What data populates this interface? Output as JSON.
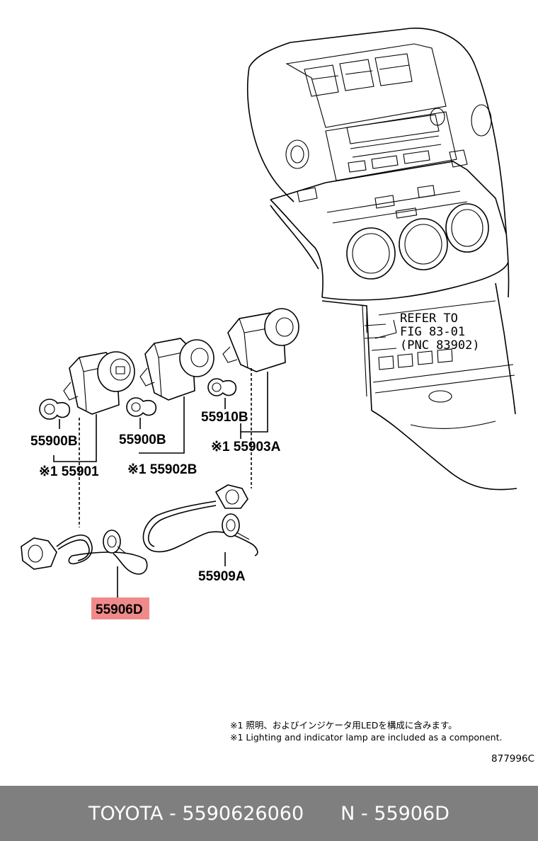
{
  "labels": {
    "p55900b_left": "55900B",
    "p55900b_mid": "55900B",
    "p55910b": "55910B",
    "p55901": "※1 55901",
    "p55902b": "※1 55902B",
    "p55903a": "※1 55903A",
    "p55909a": "55909A",
    "p55906d": "55906D"
  },
  "refer": {
    "line1": "REFER TO",
    "line2": "FIG 83-01",
    "line3": "(PNC 83902)"
  },
  "notes": {
    "jp": "※1 照明、およびインジケータ用LEDを構成に含みます。",
    "en": "※1 Lighting and indicator lamp are included as a component."
  },
  "diagram_code": "877996C",
  "footer": {
    "brand": "TOYOTA",
    "part_number": "5590626060",
    "ref": "N - 55906D",
    "separator": " - "
  },
  "colors": {
    "highlight": "#f08a8a",
    "footer_bg": "#7f7f7f"
  }
}
